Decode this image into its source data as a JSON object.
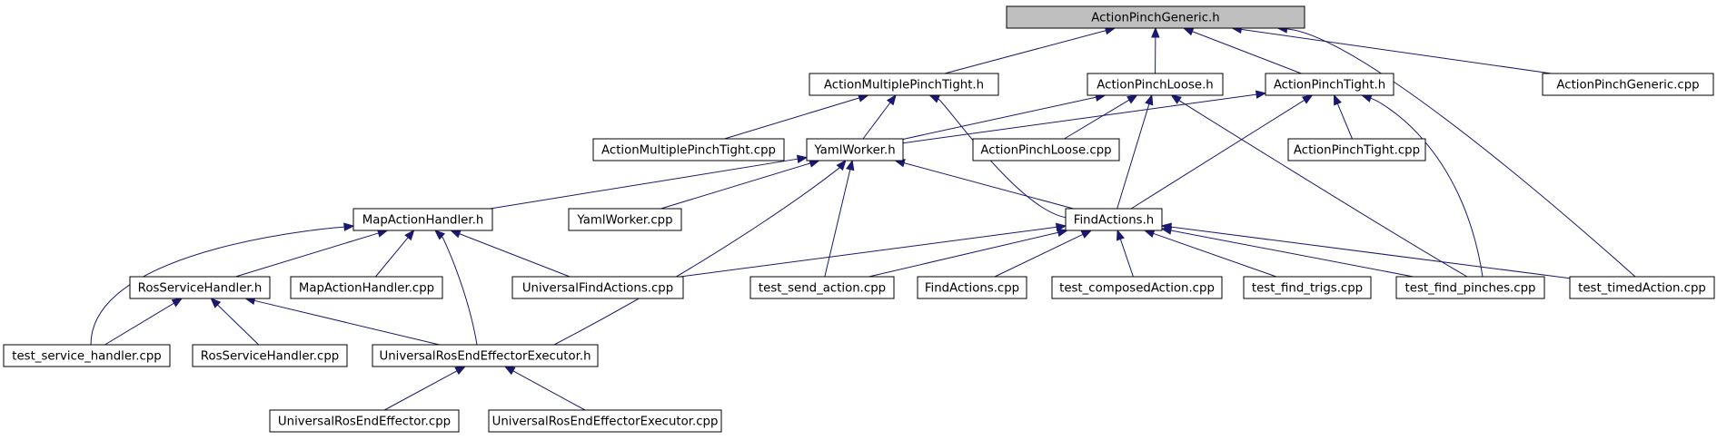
{
  "colors": {
    "highlight_fill": "#bfbfbf",
    "node_fill": "#ffffff",
    "border": "#000000",
    "edge": "#191970"
  },
  "nodes": [
    {
      "id": "apg_h",
      "label": "ActionPinchGeneric.h",
      "highlighted": true
    },
    {
      "id": "ampt_h",
      "label": "ActionMultiplePinchTight.h"
    },
    {
      "id": "apl_h",
      "label": "ActionPinchLoose.h"
    },
    {
      "id": "apt_h",
      "label": "ActionPinchTight.h"
    },
    {
      "id": "apg_cpp",
      "label": "ActionPinchGeneric.cpp"
    },
    {
      "id": "ampt_cpp",
      "label": "ActionMultiplePinchTight.cpp"
    },
    {
      "id": "yw_h",
      "label": "YamlWorker.h"
    },
    {
      "id": "apl_cpp",
      "label": "ActionPinchLoose.cpp"
    },
    {
      "id": "apt_cpp",
      "label": "ActionPinchTight.cpp"
    },
    {
      "id": "mah_h",
      "label": "MapActionHandler.h"
    },
    {
      "id": "yw_cpp",
      "label": "YamlWorker.cpp"
    },
    {
      "id": "fa_h",
      "label": "FindActions.h"
    },
    {
      "id": "rsh_h",
      "label": "RosServiceHandler.h"
    },
    {
      "id": "mah_cpp",
      "label": "MapActionHandler.cpp"
    },
    {
      "id": "ufa_cpp",
      "label": "UniversalFindActions.cpp"
    },
    {
      "id": "tsa_cpp",
      "label": "test_send_action.cpp"
    },
    {
      "id": "fa_cpp",
      "label": "FindActions.cpp"
    },
    {
      "id": "tca_cpp",
      "label": "test_composedAction.cpp"
    },
    {
      "id": "tft_cpp",
      "label": "test_find_trigs.cpp"
    },
    {
      "id": "tfp_cpp",
      "label": "test_find_pinches.cpp"
    },
    {
      "id": "tta_cpp",
      "label": "test_timedAction.cpp"
    },
    {
      "id": "tsh_cpp",
      "label": "test_service_handler.cpp"
    },
    {
      "id": "rsh_cpp",
      "label": "RosServiceHandler.cpp"
    },
    {
      "id": "uree_h",
      "label": "UniversalRosEndEffectorExecutor.h"
    },
    {
      "id": "uree_cpp",
      "label": "UniversalRosEndEffector.cpp"
    },
    {
      "id": "ureex_cpp",
      "label": "UniversalRosEndEffectorExecutor.cpp"
    }
  ],
  "edges": [
    {
      "from": "ampt_h",
      "to": "apg_h"
    },
    {
      "from": "apl_h",
      "to": "apg_h"
    },
    {
      "from": "apt_h",
      "to": "apg_h"
    },
    {
      "from": "apg_cpp",
      "to": "apg_h"
    },
    {
      "from": "tta_cpp",
      "to": "apg_h"
    },
    {
      "from": "ampt_cpp",
      "to": "ampt_h"
    },
    {
      "from": "yw_h",
      "to": "ampt_h"
    },
    {
      "from": "fa_h",
      "to": "ampt_h"
    },
    {
      "from": "yw_h",
      "to": "apl_h"
    },
    {
      "from": "apl_cpp",
      "to": "apl_h"
    },
    {
      "from": "fa_h",
      "to": "apl_h"
    },
    {
      "from": "tfp_cpp",
      "to": "apl_h"
    },
    {
      "from": "yw_h",
      "to": "apt_h"
    },
    {
      "from": "fa_h",
      "to": "apt_h"
    },
    {
      "from": "apt_cpp",
      "to": "apt_h"
    },
    {
      "from": "tfp_cpp",
      "to": "apt_h"
    },
    {
      "from": "mah_h",
      "to": "yw_h"
    },
    {
      "from": "yw_cpp",
      "to": "yw_h"
    },
    {
      "from": "fa_h",
      "to": "yw_h"
    },
    {
      "from": "tsa_cpp",
      "to": "yw_h"
    },
    {
      "from": "uree_h",
      "to": "yw_h"
    },
    {
      "from": "rsh_h",
      "to": "mah_h"
    },
    {
      "from": "mah_cpp",
      "to": "mah_h"
    },
    {
      "from": "ufa_cpp",
      "to": "mah_h"
    },
    {
      "from": "uree_h",
      "to": "mah_h"
    },
    {
      "from": "tsh_cpp",
      "to": "mah_h"
    },
    {
      "from": "ufa_cpp",
      "to": "fa_h"
    },
    {
      "from": "tsa_cpp",
      "to": "fa_h"
    },
    {
      "from": "fa_cpp",
      "to": "fa_h"
    },
    {
      "from": "tca_cpp",
      "to": "fa_h"
    },
    {
      "from": "tft_cpp",
      "to": "fa_h"
    },
    {
      "from": "tfp_cpp",
      "to": "fa_h"
    },
    {
      "from": "tta_cpp",
      "to": "fa_h"
    },
    {
      "from": "tsh_cpp",
      "to": "rsh_h"
    },
    {
      "from": "rsh_cpp",
      "to": "rsh_h"
    },
    {
      "from": "uree_h",
      "to": "rsh_h"
    },
    {
      "from": "uree_cpp",
      "to": "uree_h"
    },
    {
      "from": "ureex_cpp",
      "to": "uree_h"
    }
  ]
}
